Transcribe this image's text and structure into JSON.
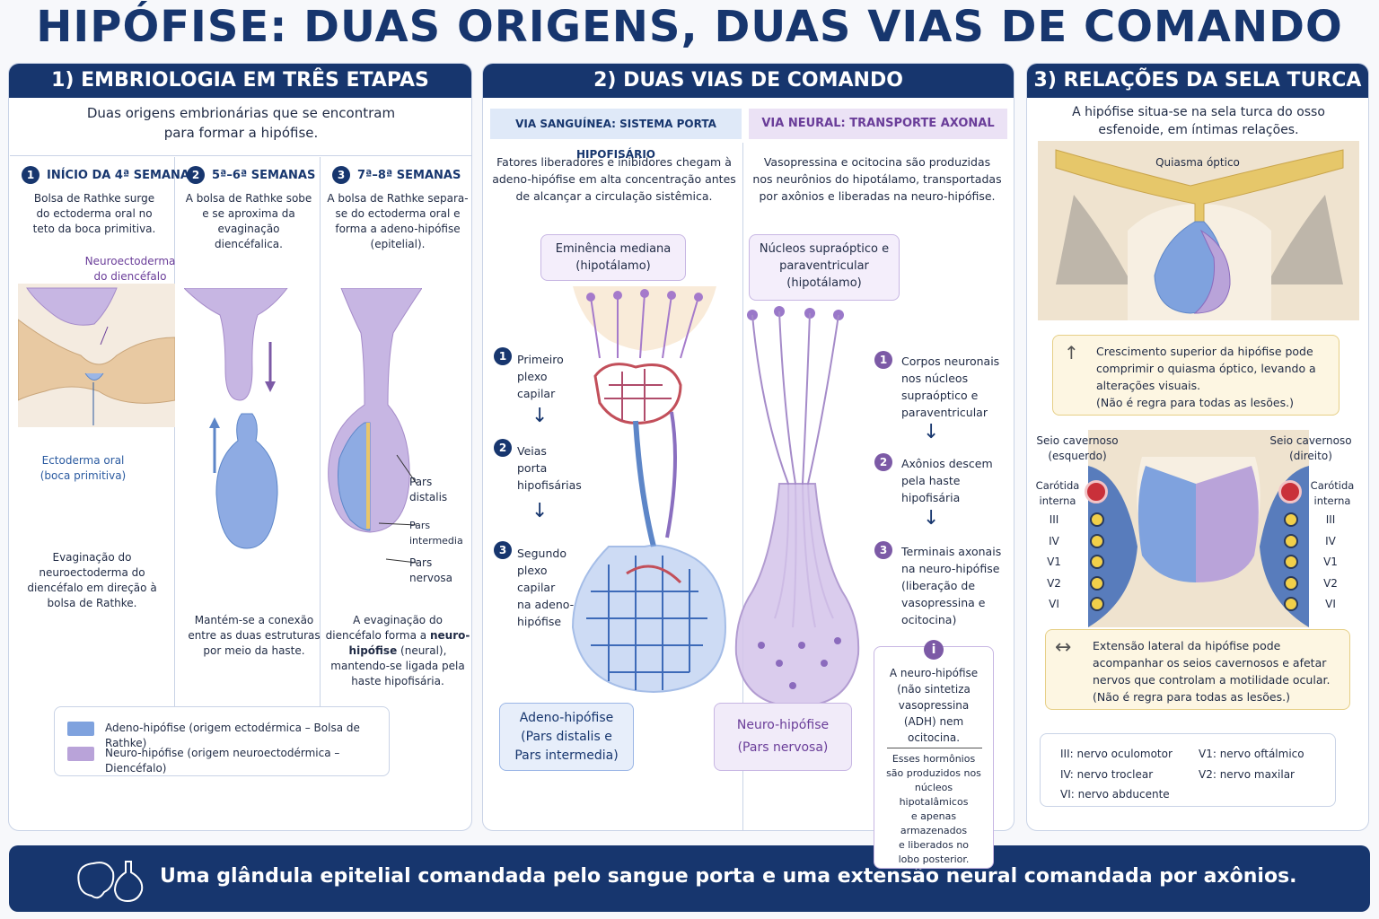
{
  "title": "HIPÓFISE: DUAS ORIGENS, DUAS VIAS DE COMANDO",
  "colors": {
    "navy": "#17366e",
    "adeno_blue": "#7fa2de",
    "neuro_purple": "#b9a3d9",
    "warning_bg": "#fdf6e2"
  },
  "panel1": {
    "header": "1) EMBRIOLOGIA EM TRÊS ETAPAS",
    "subtitle": "Duas origens embrionárias que se encontram\npara formar a hipófise.",
    "stages": [
      {
        "num": "1",
        "title": "INÍCIO DA 4ª SEMANA",
        "desc": "Bolsa de Rathke surge do ectoderma oral no teto da boca primitiva.",
        "caption": "Evaginação do neuroectoderma do diencéfalo em direção à bolsa de Rathke."
      },
      {
        "num": "2",
        "title": "5ª–6ª SEMANAS",
        "desc": "A bolsa de Rathke sobe e se aproxima da evaginação diencéfalica.",
        "caption": "Mantém-se a conexão entre as duas estruturas por meio da haste."
      },
      {
        "num": "3",
        "title": "7ª–8ª SEMANAS",
        "desc": "A bolsa de Rathke separa-se do ectoderma oral e forma a adeno-hipófise (epitelial).",
        "caption_pre": "A evaginação do diencéfalo forma a ",
        "caption_bold": "neuro-hipófise",
        "caption_post": " (neural), mantendo-se ligada pela haste hipofisária."
      }
    ],
    "labels": {
      "neuroectoderm": "Neuroectoderma\ndo diencéfalo",
      "oral_ectoderm": "Ectoderma oral\n(boca primitiva)",
      "pars_distalis": "Pars distalis",
      "pars_intermedia": "Pars intermedia",
      "pars_nervosa": "Pars nervosa"
    },
    "legend": [
      {
        "label": "Adeno-hipófise (origem ectodérmica – Bolsa de Rathke)",
        "color": "#7fa2de"
      },
      {
        "label": "Neuro-hipófise (origem neuroectodérmica – Diencéfalo)",
        "color": "#b9a3d9"
      }
    ]
  },
  "panel2": {
    "header": "2) DUAS VIAS DE COMANDO",
    "blood": {
      "tab": "VIA SANGUÍNEA: SISTEMA PORTA HIPOFISÁRIO",
      "desc": "Fatores liberadores e inibidores chegam à\nadeno-hipófise em alta concentração antes\nde alcançar a circulação sistêmica.",
      "top_box": "Eminência mediana\n(hipotálamo)",
      "steps": [
        "Primeiro\nplexo\ncapilar",
        "Veias\nporta\nhipofisárias",
        "Segundo\nplexo\ncapilar\nna adeno-\nhipófise"
      ],
      "bottom_box": "Adeno-hipófise\n(Pars distalis e\nPars intermedia)"
    },
    "neural": {
      "tab": "VIA NEURAL: TRANSPORTE AXONAL",
      "desc": "Vasopressina e ocitocina são produzidas\nnos neurônios do hipotálamo, transportadas\npor axônios e liberadas na neuro-hipófise.",
      "top_box": "Núcleos supraóptico e\nparaventricular\n(hipotálamo)",
      "steps": [
        "Corpos neuronais\nnos núcleos\nsupraóptico e\nparaventricular",
        "Axônios descem\npela haste\nhipofisária",
        "Terminais axonais\nna neuro-hipófise\n(liberação de\nvasopressina e\nocitocina)"
      ],
      "bottom_box": "Neuro-hipófise\n(Pars nervosa)",
      "info_icon": "i",
      "info_main": "A neuro-hipófise\n(não sintetiza\nvasopressina\n(ADH) nem\nocitocina.",
      "info_sub": "Esses hormônios\nsão produzidos nos\nnúcleos\nhipotalâmicos\ne apenas\narmazenados\ne liberados no\nlobo posterior."
    }
  },
  "panel3": {
    "header": "3) RELAÇÕES DA SELA TURCA",
    "subtitle": "A hipófise situa-se na sela turca do osso\nesfenoide, em íntimas relações.",
    "optic_label": "Quiasma óptico",
    "warning1": "Crescimento superior da hipófise pode\ncomprimir o quiasma óptico, levando a\nalterações visuais.\n(Não é regra para todas as lesões.)",
    "sinus_left": "Seio cavernoso\n(esquerdo)",
    "sinus_right": "Seio cavernoso\n(direito)",
    "carotid": "Carótida\ninterna",
    "nerves": [
      "III",
      "IV",
      "V1",
      "V2",
      "VI"
    ],
    "warning2": "Extensão lateral da hipófise pode\nacompanhar os seios cavernosos e afetar\nnervos que controlam a motilidade ocular.\n(Não é regra para todas as lesões.)",
    "nerve_legend": [
      "III: nervo oculomotor",
      "V1: nervo oftálmico",
      "IV: nervo troclear",
      "V2: nervo maxilar",
      "VI: nervo abducente"
    ]
  },
  "footer": {
    "text": "Uma glândula epitelial comandada pelo sangue porta e uma extensão neural comandada por axônios.",
    "icon": "brain-pituitary-icon"
  }
}
